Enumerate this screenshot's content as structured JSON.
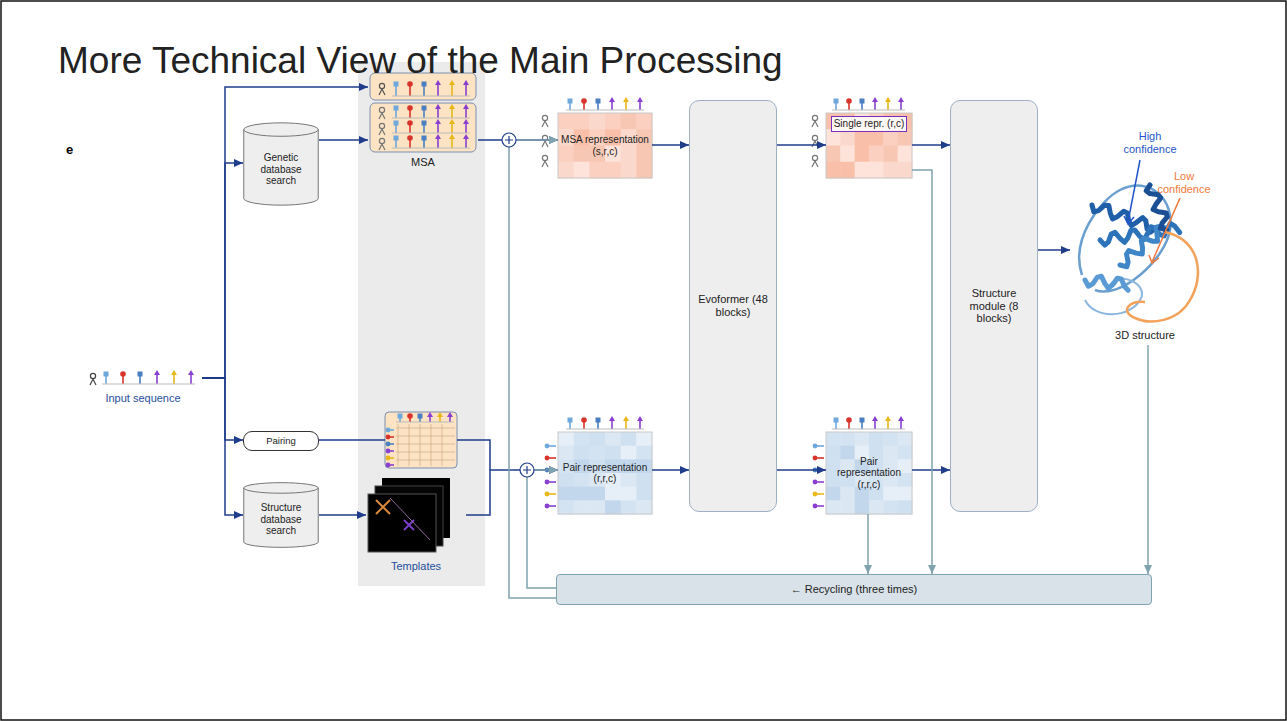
{
  "diagram": {
    "title": "More Technical View of the Main Processing",
    "nodes": [
      {
        "text": [
          "Input sequence"
        ]
      },
      {
        "text": [
          "Genetic database search"
        ]
      },
      {
        "text": [
          "Pairing"
        ]
      },
      {
        "text": [
          "Structure database search"
        ]
      },
      {
        "text": [
          "MSA"
        ]
      },
      {
        "text": [
          "Templates"
        ]
      },
      {
        "text": [
          "MSA representation (s,r,c)"
        ]
      },
      {
        "text": [
          "Pair representation (r,r,c)"
        ]
      },
      {
        "text": [
          "Evoformer (48 blocks)"
        ]
      },
      {
        "text": [
          "Single repr. (r,c)"
        ]
      },
      {
        "text": [
          "Pair representation (r,r,c)"
        ]
      },
      {
        "text": [
          "Structure module (8 blocks)"
        ]
      },
      {
        "text": [
          "3D structure"
        ]
      },
      {
        "text": [
          "← Recycling (three times)"
        ]
      }
    ],
    "edges": [
      {
        "from": 0,
        "to": 1,
        "arrow": "to"
      },
      {
        "from": 0,
        "to": 4,
        "arrow": "to"
      },
      {
        "from": 0,
        "to": 2,
        "arrow": "to"
      },
      {
        "from": 0,
        "to": 3,
        "arrow": "to"
      },
      {
        "from": 1,
        "to": 4,
        "arrow": "to"
      },
      {
        "from": 3,
        "to": 5,
        "arrow": "to"
      },
      {
        "from": 4,
        "to": 6,
        "arrow": "to"
      },
      {
        "from": 5,
        "to": 7,
        "arrow": "to"
      },
      {
        "from": 6,
        "to": 8,
        "arrow": "to"
      },
      {
        "from": 7,
        "to": 8,
        "arrow": "to"
      },
      {
        "from": 8,
        "to": 9,
        "arrow": "to"
      },
      {
        "from": 8,
        "to": 10,
        "arrow": "to"
      },
      {
        "from": 9,
        "to": 11,
        "arrow": "to"
      },
      {
        "from": 10,
        "to": 11,
        "arrow": "to"
      },
      {
        "from": 11,
        "to": 12,
        "arrow": "to"
      },
      {
        "from": 9,
        "to": 13,
        "arrow": "to"
      },
      {
        "from": 10,
        "to": 13,
        "arrow": "to"
      },
      {
        "from": 12,
        "to": 13,
        "arrow": "to"
      },
      {
        "from": 13,
        "to": 6,
        "arrow": "to"
      },
      {
        "from": 13,
        "to": 7,
        "arrow": "to"
      }
    ],
    "labels": [
      "e",
      "High confidence",
      "Low confidence"
    ]
  }
}
